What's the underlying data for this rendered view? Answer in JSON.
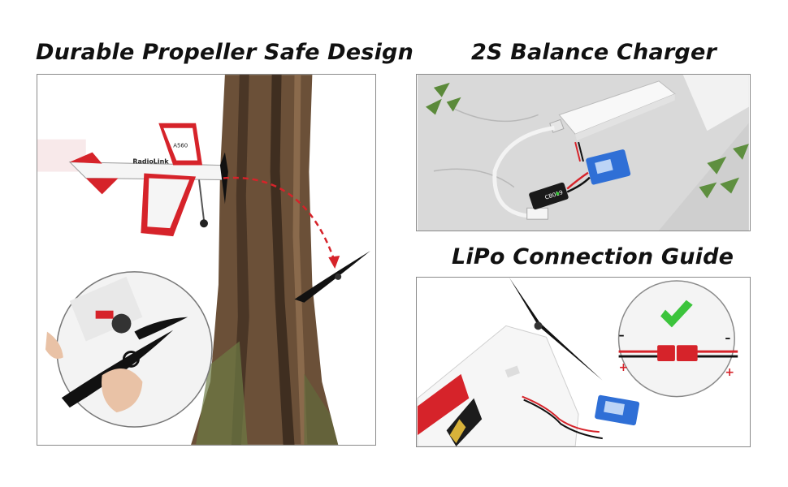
{
  "panels": {
    "propeller": {
      "title": "Durable Propeller Safe Design",
      "plane_brand": "RadioLink",
      "plane_model": "A560"
    },
    "charger": {
      "title": "2S Balance Charger",
      "charger_label": "CB019"
    },
    "lipo": {
      "title": "LiPo Connection Guide",
      "polarity_negative": "–",
      "polarity_positive": "+"
    }
  },
  "colors": {
    "accent_red": "#d6232a",
    "check_green": "#3cc43c",
    "charger_blue": "#2f6fd6"
  },
  "icons": [
    "check-icon",
    "arrow-icon"
  ]
}
